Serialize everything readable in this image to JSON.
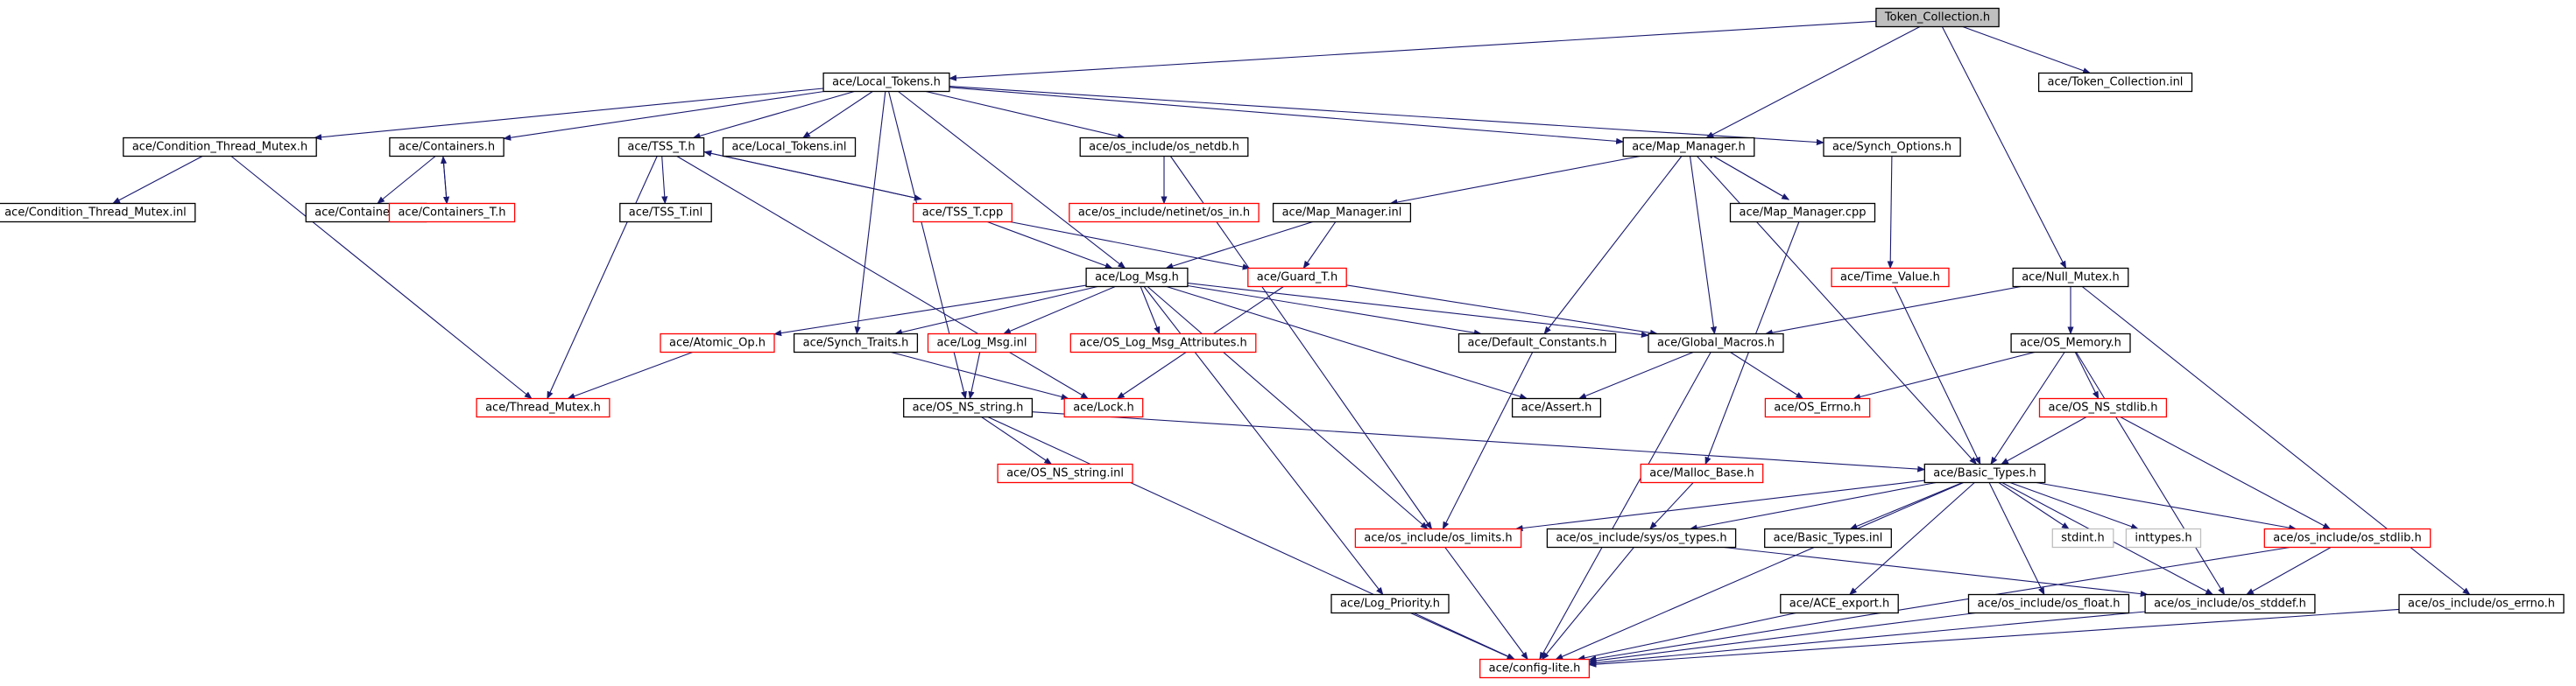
{
  "diagram": {
    "type": "include-dependency-graph",
    "colors": {
      "edge": "#191970",
      "normal_border": "#000000",
      "undocumented_border": "#ff0000",
      "external_border": "#bfbfbf",
      "root_fill": "#bfbfbf",
      "text": "#000000"
    },
    "nodes": [
      {
        "id": "token_collection_h",
        "label": "Token_Collection.h",
        "kind": "root"
      },
      {
        "id": "local_tokens_h",
        "label": "ace/Local_Tokens.h",
        "kind": "normal"
      },
      {
        "id": "token_collection_inl",
        "label": "ace/Token_Collection.inl",
        "kind": "normal"
      },
      {
        "id": "condition_thread_mutex_h",
        "label": "ace/Condition_Thread_Mutex.h",
        "kind": "normal"
      },
      {
        "id": "containers_h",
        "label": "ace/Containers.h",
        "kind": "normal"
      },
      {
        "id": "tss_t_h",
        "label": "ace/TSS_T.h",
        "kind": "normal"
      },
      {
        "id": "local_tokens_inl",
        "label": "ace/Local_Tokens.inl",
        "kind": "normal"
      },
      {
        "id": "os_netdb_h",
        "label": "ace/os_include/os_netdb.h",
        "kind": "normal"
      },
      {
        "id": "map_manager_h",
        "label": "ace/Map_Manager.h",
        "kind": "normal"
      },
      {
        "id": "synch_options_h",
        "label": "ace/Synch_Options.h",
        "kind": "normal"
      },
      {
        "id": "condition_thread_mutex_inl",
        "label": "ace/Condition_Thread_Mutex.inl",
        "kind": "normal"
      },
      {
        "id": "containers_inl",
        "label": "ace/Containers.inl",
        "kind": "normal"
      },
      {
        "id": "containers_t_h",
        "label": "ace/Containers_T.h",
        "kind": "undocumented"
      },
      {
        "id": "tss_t_inl",
        "label": "ace/TSS_T.inl",
        "kind": "normal"
      },
      {
        "id": "tss_t_cpp",
        "label": "ace/TSS_T.cpp",
        "kind": "undocumented"
      },
      {
        "id": "netinet_in_h",
        "label": "ace/os_include/netinet/os_in.h",
        "kind": "undocumented"
      },
      {
        "id": "map_manager_inl",
        "label": "ace/Map_Manager.inl",
        "kind": "normal"
      },
      {
        "id": "map_manager_cpp",
        "label": "ace/Map_Manager.cpp",
        "kind": "normal"
      },
      {
        "id": "log_msg_h",
        "label": "ace/Log_Msg.h",
        "kind": "normal"
      },
      {
        "id": "guard_t_h",
        "label": "ace/Guard_T.h",
        "kind": "undocumented"
      },
      {
        "id": "time_value_h",
        "label": "ace/Time_Value.h",
        "kind": "undocumented"
      },
      {
        "id": "null_mutex_h",
        "label": "ace/Null_Mutex.h",
        "kind": "normal"
      },
      {
        "id": "atomic_op_h",
        "label": "ace/Atomic_Op.h",
        "kind": "undocumented"
      },
      {
        "id": "synch_traits_h",
        "label": "ace/Synch_Traits.h",
        "kind": "normal"
      },
      {
        "id": "log_msg_inl",
        "label": "ace/Log_Msg.inl",
        "kind": "undocumented"
      },
      {
        "id": "os_log_msg_attributes_h",
        "label": "ace/OS_Log_Msg_Attributes.h",
        "kind": "undocumented"
      },
      {
        "id": "default_constants_h",
        "label": "ace/Default_Constants.h",
        "kind": "normal"
      },
      {
        "id": "global_macros_h",
        "label": "ace/Global_Macros.h",
        "kind": "normal"
      },
      {
        "id": "os_memory_h",
        "label": "ace/OS_Memory.h",
        "kind": "normal"
      },
      {
        "id": "thread_mutex_h",
        "label": "ace/Thread_Mutex.h",
        "kind": "undocumented"
      },
      {
        "id": "os_ns_string_h",
        "label": "ace/OS_NS_string.h",
        "kind": "normal"
      },
      {
        "id": "lock_h",
        "label": "ace/Lock.h",
        "kind": "undocumented"
      },
      {
        "id": "assert_h",
        "label": "ace/Assert.h",
        "kind": "normal"
      },
      {
        "id": "os_errno_h",
        "label": "ace/OS_Errno.h",
        "kind": "undocumented"
      },
      {
        "id": "os_ns_stdlib_h",
        "label": "ace/OS_NS_stdlib.h",
        "kind": "undocumented"
      },
      {
        "id": "os_ns_string_inl",
        "label": "ace/OS_NS_string.inl",
        "kind": "undocumented"
      },
      {
        "id": "malloc_base_h",
        "label": "ace/Malloc_Base.h",
        "kind": "undocumented"
      },
      {
        "id": "basic_types_h",
        "label": "ace/Basic_Types.h",
        "kind": "normal"
      },
      {
        "id": "os_limits_h",
        "label": "ace/os_include/os_limits.h",
        "kind": "undocumented"
      },
      {
        "id": "os_types_h",
        "label": "ace/os_include/sys/os_types.h",
        "kind": "normal"
      },
      {
        "id": "basic_types_inl",
        "label": "ace/Basic_Types.inl",
        "kind": "normal"
      },
      {
        "id": "stdint_h",
        "label": "stdint.h",
        "kind": "external"
      },
      {
        "id": "inttypes_h",
        "label": "inttypes.h",
        "kind": "external"
      },
      {
        "id": "os_stdlib_h",
        "label": "ace/os_include/os_stdlib.h",
        "kind": "undocumented"
      },
      {
        "id": "log_priority_h",
        "label": "ace/Log_Priority.h",
        "kind": "normal"
      },
      {
        "id": "ace_export_h",
        "label": "ace/ACE_export.h",
        "kind": "normal"
      },
      {
        "id": "os_float_h",
        "label": "ace/os_include/os_float.h",
        "kind": "normal"
      },
      {
        "id": "os_stddef_h",
        "label": "ace/os_include/os_stddef.h",
        "kind": "normal"
      },
      {
        "id": "os_errno_inc_h",
        "label": "ace/os_include/os_errno.h",
        "kind": "normal"
      },
      {
        "id": "config_lite_h",
        "label": "ace/config-lite.h",
        "kind": "undocumented"
      }
    ],
    "edges": [
      [
        "token_collection_h",
        "local_tokens_h"
      ],
      [
        "token_collection_h",
        "map_manager_h"
      ],
      [
        "token_collection_h",
        "null_mutex_h"
      ],
      [
        "token_collection_h",
        "token_collection_inl"
      ],
      [
        "local_tokens_h",
        "condition_thread_mutex_h"
      ],
      [
        "local_tokens_h",
        "containers_h"
      ],
      [
        "local_tokens_h",
        "tss_t_h"
      ],
      [
        "local_tokens_h",
        "local_tokens_inl"
      ],
      [
        "local_tokens_h",
        "os_netdb_h"
      ],
      [
        "local_tokens_h",
        "map_manager_h"
      ],
      [
        "local_tokens_h",
        "synch_options_h"
      ],
      [
        "local_tokens_h",
        "log_msg_h"
      ],
      [
        "local_tokens_h",
        "synch_traits_h"
      ],
      [
        "local_tokens_h",
        "os_ns_string_h"
      ],
      [
        "condition_thread_mutex_h",
        "condition_thread_mutex_inl"
      ],
      [
        "condition_thread_mutex_h",
        "thread_mutex_h"
      ],
      [
        "containers_h",
        "containers_inl"
      ],
      [
        "containers_h",
        "containers_t_h"
      ],
      [
        "containers_t_h",
        "containers_h"
      ],
      [
        "tss_t_h",
        "tss_t_inl"
      ],
      [
        "tss_t_h",
        "tss_t_cpp"
      ],
      [
        "tss_t_h",
        "thread_mutex_h"
      ],
      [
        "tss_t_h",
        "lock_h"
      ],
      [
        "tss_t_cpp",
        "tss_t_h"
      ],
      [
        "tss_t_cpp",
        "log_msg_h"
      ],
      [
        "tss_t_cpp",
        "guard_t_h"
      ],
      [
        "os_netdb_h",
        "netinet_in_h"
      ],
      [
        "os_netdb_h",
        "os_limits_h"
      ],
      [
        "map_manager_h",
        "map_manager_inl"
      ],
      [
        "map_manager_h",
        "map_manager_cpp"
      ],
      [
        "map_manager_h",
        "default_constants_h"
      ],
      [
        "map_manager_h",
        "global_macros_h"
      ],
      [
        "map_manager_h",
        "basic_types_h"
      ],
      [
        "map_manager_cpp",
        "map_manager_h"
      ],
      [
        "map_manager_cpp",
        "malloc_base_h"
      ],
      [
        "map_manager_inl",
        "log_msg_h"
      ],
      [
        "map_manager_inl",
        "guard_t_h"
      ],
      [
        "synch_options_h",
        "time_value_h"
      ],
      [
        "guard_t_h",
        "lock_h"
      ],
      [
        "guard_t_h",
        "global_macros_h"
      ],
      [
        "time_value_h",
        "basic_types_h"
      ],
      [
        "null_mutex_h",
        "global_macros_h"
      ],
      [
        "null_mutex_h",
        "os_memory_h"
      ],
      [
        "null_mutex_h",
        "os_errno_inc_h"
      ],
      [
        "log_msg_h",
        "atomic_op_h"
      ],
      [
        "log_msg_h",
        "synch_traits_h"
      ],
      [
        "log_msg_h",
        "log_msg_inl"
      ],
      [
        "log_msg_h",
        "os_log_msg_attributes_h"
      ],
      [
        "log_msg_h",
        "default_constants_h"
      ],
      [
        "log_msg_h",
        "global_macros_h"
      ],
      [
        "log_msg_h",
        "assert_h"
      ],
      [
        "log_msg_h",
        "os_limits_h"
      ],
      [
        "log_msg_h",
        "log_priority_h"
      ],
      [
        "atomic_op_h",
        "thread_mutex_h"
      ],
      [
        "synch_traits_h",
        "lock_h"
      ],
      [
        "log_msg_inl",
        "os_ns_string_h"
      ],
      [
        "global_macros_h",
        "assert_h"
      ],
      [
        "global_macros_h",
        "os_errno_h"
      ],
      [
        "global_macros_h",
        "config_lite_h"
      ],
      [
        "default_constants_h",
        "os_limits_h"
      ],
      [
        "os_memory_h",
        "os_errno_h"
      ],
      [
        "os_memory_h",
        "basic_types_h"
      ],
      [
        "os_memory_h",
        "os_ns_stdlib_h"
      ],
      [
        "os_memory_h",
        "os_stddef_h"
      ],
      [
        "os_ns_string_h",
        "os_ns_string_inl"
      ],
      [
        "os_ns_string_h",
        "basic_types_h"
      ],
      [
        "os_ns_string_h",
        "config_lite_h"
      ],
      [
        "os_ns_stdlib_h",
        "basic_types_h"
      ],
      [
        "os_ns_stdlib_h",
        "os_stdlib_h"
      ],
      [
        "malloc_base_h",
        "os_types_h"
      ],
      [
        "basic_types_h",
        "os_limits_h"
      ],
      [
        "basic_types_h",
        "os_types_h"
      ],
      [
        "basic_types_h",
        "basic_types_inl"
      ],
      [
        "basic_types_h",
        "stdint_h"
      ],
      [
        "basic_types_h",
        "inttypes_h"
      ],
      [
        "basic_types_h",
        "os_stdlib_h"
      ],
      [
        "basic_types_h",
        "ace_export_h"
      ],
      [
        "basic_types_h",
        "os_float_h"
      ],
      [
        "basic_types_h",
        "os_stddef_h"
      ],
      [
        "basic_types_h",
        "config_lite_h"
      ],
      [
        "os_limits_h",
        "config_lite_h"
      ],
      [
        "os_types_h",
        "os_stddef_h"
      ],
      [
        "os_types_h",
        "config_lite_h"
      ],
      [
        "os_stdlib_h",
        "os_stddef_h"
      ],
      [
        "os_stdlib_h",
        "config_lite_h"
      ],
      [
        "log_priority_h",
        "config_lite_h"
      ],
      [
        "ace_export_h",
        "config_lite_h"
      ],
      [
        "os_float_h",
        "config_lite_h"
      ],
      [
        "os_stddef_h",
        "config_lite_h"
      ],
      [
        "os_errno_inc_h",
        "config_lite_h"
      ]
    ]
  }
}
